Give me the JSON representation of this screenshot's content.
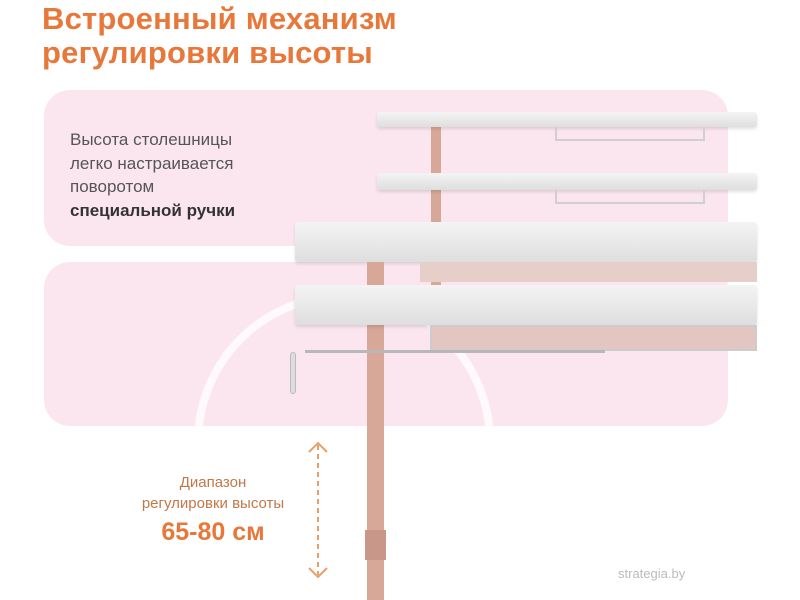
{
  "title": {
    "line1": "Встроенный механизм",
    "line2": "регулировки высоты"
  },
  "description": {
    "line1": "Высота столешницы",
    "line2": "легко настраивается",
    "line3": "поворотом",
    "line4_bold": "специальной ручки"
  },
  "range": {
    "label_line1": "Диапазон",
    "label_line2": "регулировки высоты",
    "value": "65-80 см"
  },
  "watermark": "strategia.by",
  "colors": {
    "accent": "#e8773a",
    "panel": "#fbe6ef",
    "leg": "#d7a797"
  }
}
